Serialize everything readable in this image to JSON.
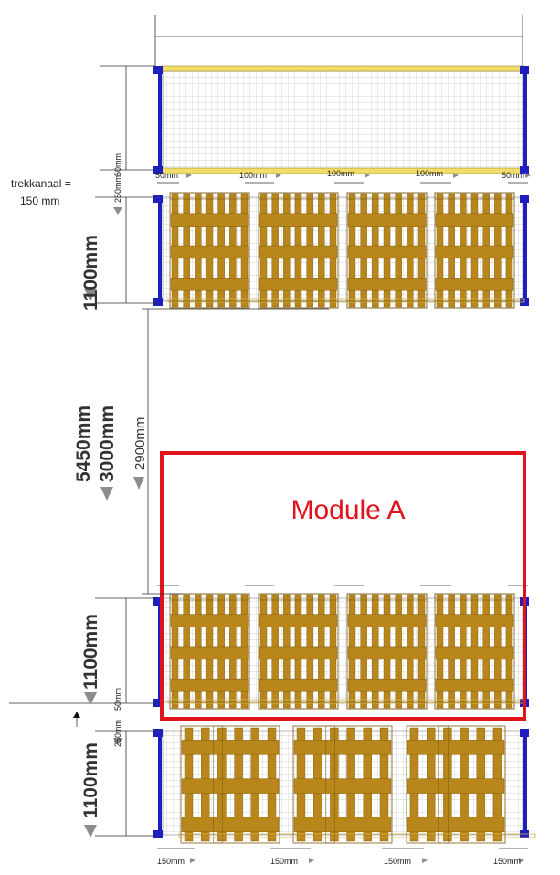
{
  "labels": {
    "trekkanaal_1": "trekkanaal =",
    "trekkanaal_2": "150 mm",
    "gap_50": "50mm",
    "gap_100": "100mm",
    "gap_250": "250mm",
    "gap_150": "150mm",
    "depth_1100": "1100mm",
    "total_5450": "5450mm",
    "span_3000": "3000mm",
    "aisle_2900": "2900mm",
    "module": "Module A"
  },
  "colors": {
    "pallet": "#b8861a",
    "pallet_stroke": "#7a5a10",
    "post": "#1f1fbf",
    "beam": "#f2dc6a",
    "mesh": "#c8c8c8",
    "module_frame": "#e0121b",
    "arrow": "#8c8c8c"
  },
  "icons": {
    "dimension_arrow": "triangle-arrow-icon",
    "upright_post": "square-post-icon"
  }
}
